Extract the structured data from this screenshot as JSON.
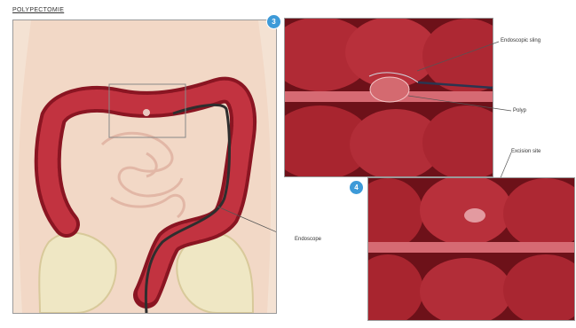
{
  "title": "POLYPECTOMIE",
  "panels": {
    "top_number": "3",
    "bottom_number": "4"
  },
  "labels": {
    "endoscope_sling": "Endoscopic sling",
    "polyp": "Polyp",
    "excision": "Excision site",
    "endoscope": "Endoscope"
  }
}
